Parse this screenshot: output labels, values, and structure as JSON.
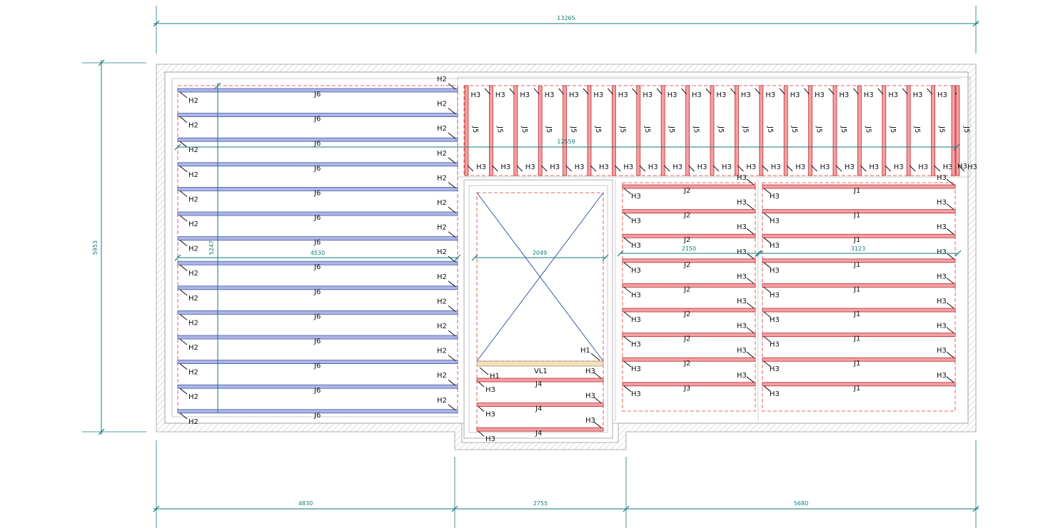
{
  "dimensions": {
    "overall_width": "13265",
    "overall_height": "5953",
    "bottom_left": "4830",
    "bottom_mid": "2755",
    "bottom_right": "5680",
    "zone_left_width": "4530",
    "zone_left_height": "5247",
    "top_span": "12559",
    "opening_width": "2049",
    "zone_j2_width": "2150",
    "zone_j1_width": "3123"
  },
  "labels": {
    "left_joist": "J6",
    "top_joist": "J5",
    "j2_joist": "J2",
    "j2_last": "J3",
    "j1_joist": "J1",
    "opening_joist": "J4",
    "beam": "VL1",
    "hanger_h1": "H1",
    "hanger_h2": "H2",
    "hanger_h3": "H3"
  },
  "colors": {
    "dimension": "#117a7a",
    "joist_blue": "#aab6e6",
    "joist_red": "#f2a0a4",
    "beam": "#f2e0b8",
    "zone_border": "#dd3333"
  }
}
